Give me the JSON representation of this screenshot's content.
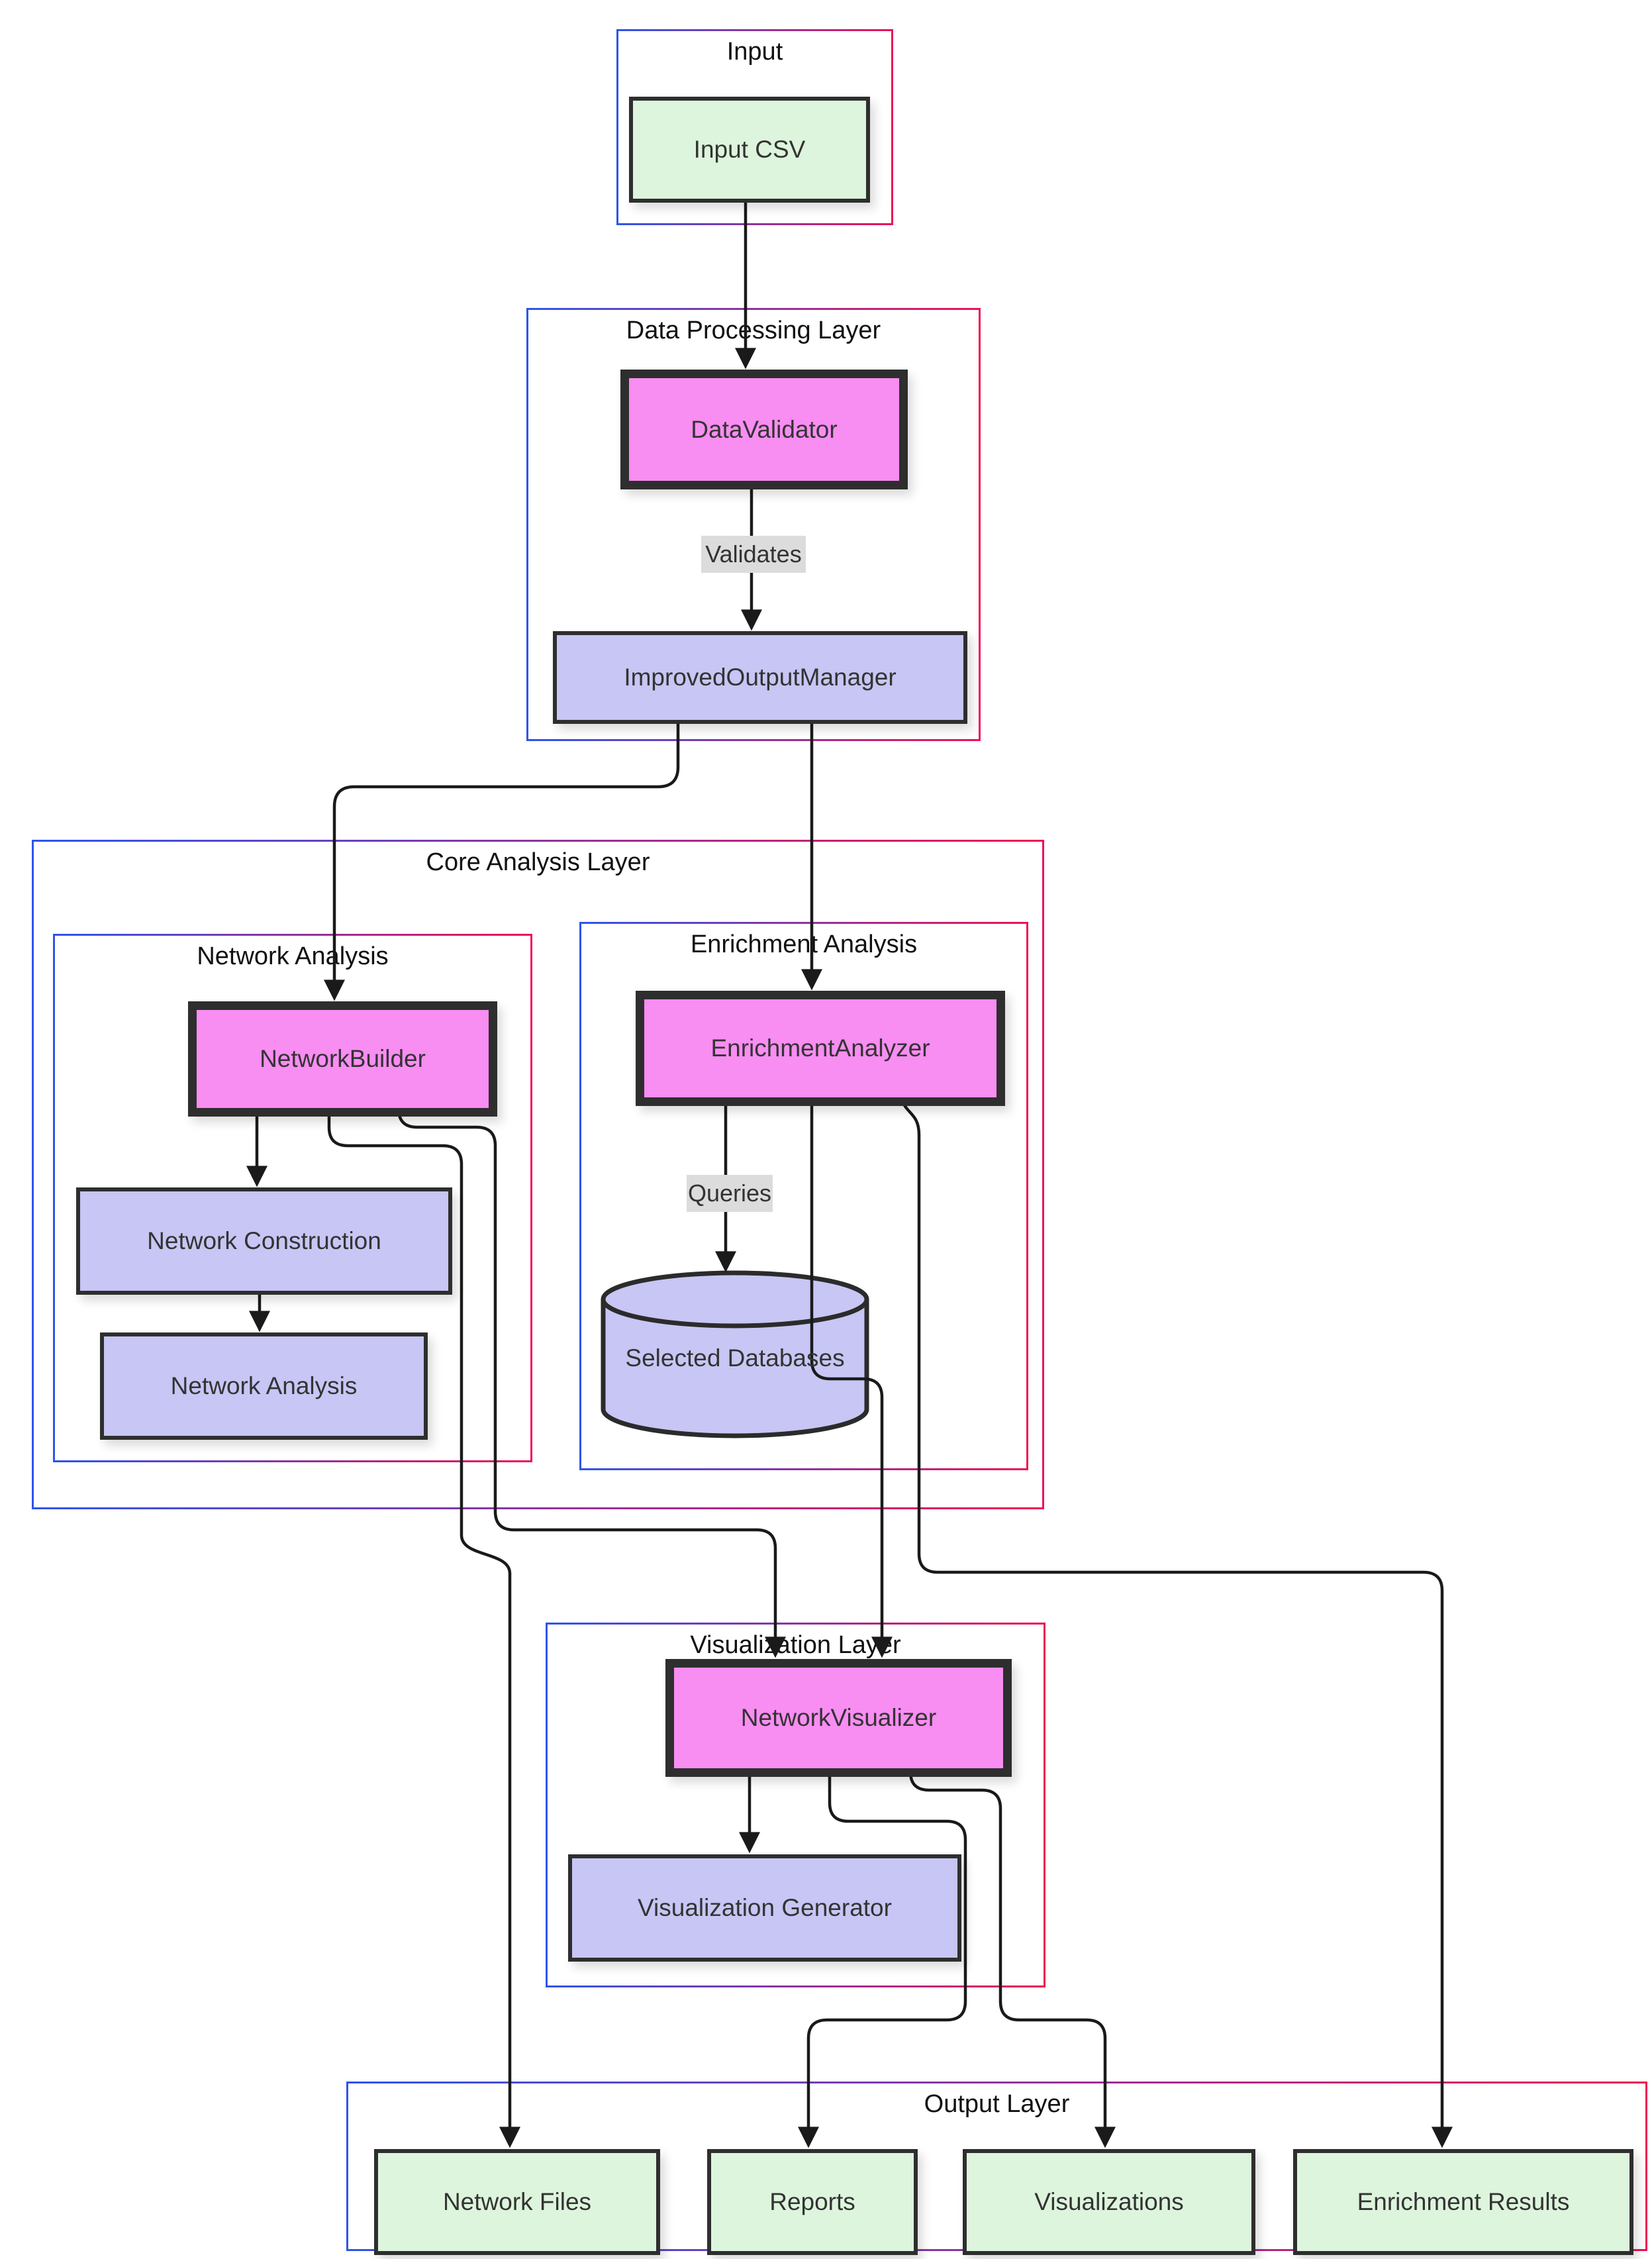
{
  "clusters": {
    "input": {
      "title": "Input"
    },
    "data_processing": {
      "title": "Data Processing Layer"
    },
    "core_analysis": {
      "title": "Core Analysis Layer"
    },
    "network_analysis": {
      "title": "Network Analysis"
    },
    "enrichment_analysis": {
      "title": "Enrichment Analysis"
    },
    "visualization": {
      "title": "Visualization Layer"
    },
    "output": {
      "title": "Output Layer"
    }
  },
  "nodes": {
    "input_csv": {
      "label": "Input CSV",
      "style": "output-green"
    },
    "data_validator": {
      "label": "DataValidator",
      "style": "bold-magenta"
    },
    "improved_output_manager": {
      "label": "ImprovedOutputManager",
      "style": "process-lavender"
    },
    "network_builder": {
      "label": "NetworkBuilder",
      "style": "bold-magenta"
    },
    "network_construction": {
      "label": "Network Construction",
      "style": "process-lavender"
    },
    "network_analysis": {
      "label": "Network Analysis",
      "style": "process-lavender"
    },
    "enrichment_analyzer": {
      "label": "EnrichmentAnalyzer",
      "style": "bold-magenta"
    },
    "selected_databases": {
      "label": "Selected Databases",
      "style": "database-cylinder"
    },
    "network_visualizer": {
      "label": "NetworkVisualizer",
      "style": "bold-magenta"
    },
    "visualization_generator": {
      "label": "Visualization Generator",
      "style": "process-lavender"
    },
    "network_files": {
      "label": "Network Files",
      "style": "output-green"
    },
    "reports": {
      "label": "Reports",
      "style": "output-green"
    },
    "visualizations": {
      "label": "Visualizations",
      "style": "output-green"
    },
    "enrichment_results": {
      "label": "Enrichment Results",
      "style": "output-green"
    }
  },
  "edge_labels": {
    "validates": "Validates",
    "queries": "Queries"
  },
  "edges": [
    {
      "from": "Input CSV",
      "to": "DataValidator"
    },
    {
      "from": "DataValidator",
      "to": "ImprovedOutputManager",
      "label": "Validates"
    },
    {
      "from": "ImprovedOutputManager",
      "to": "NetworkBuilder"
    },
    {
      "from": "ImprovedOutputManager",
      "to": "EnrichmentAnalyzer"
    },
    {
      "from": "NetworkBuilder",
      "to": "Network Construction"
    },
    {
      "from": "Network Construction",
      "to": "Network Analysis"
    },
    {
      "from": "NetworkBuilder",
      "to": "NetworkVisualizer"
    },
    {
      "from": "NetworkBuilder",
      "to": "Network Files"
    },
    {
      "from": "EnrichmentAnalyzer",
      "to": "Selected Databases",
      "label": "Queries"
    },
    {
      "from": "EnrichmentAnalyzer",
      "to": "NetworkVisualizer"
    },
    {
      "from": "EnrichmentAnalyzer",
      "to": "Enrichment Results"
    },
    {
      "from": "NetworkVisualizer",
      "to": "Visualization Generator"
    },
    {
      "from": "NetworkVisualizer",
      "to": "Reports"
    },
    {
      "from": "NetworkVisualizer",
      "to": "Visualizations"
    }
  ],
  "colors": {
    "bold_node_fill": "#f88df2",
    "process_node_fill": "#c7c6f4",
    "output_node_fill": "#ddf5dc",
    "node_border": "#2e2e2e",
    "cluster_gradient_start": "#2e55ea",
    "cluster_gradient_end": "#ee1154",
    "edge_stroke": "#1a1a1a",
    "edge_label_background": "#dcdcdc",
    "background": "#ffffff"
  }
}
